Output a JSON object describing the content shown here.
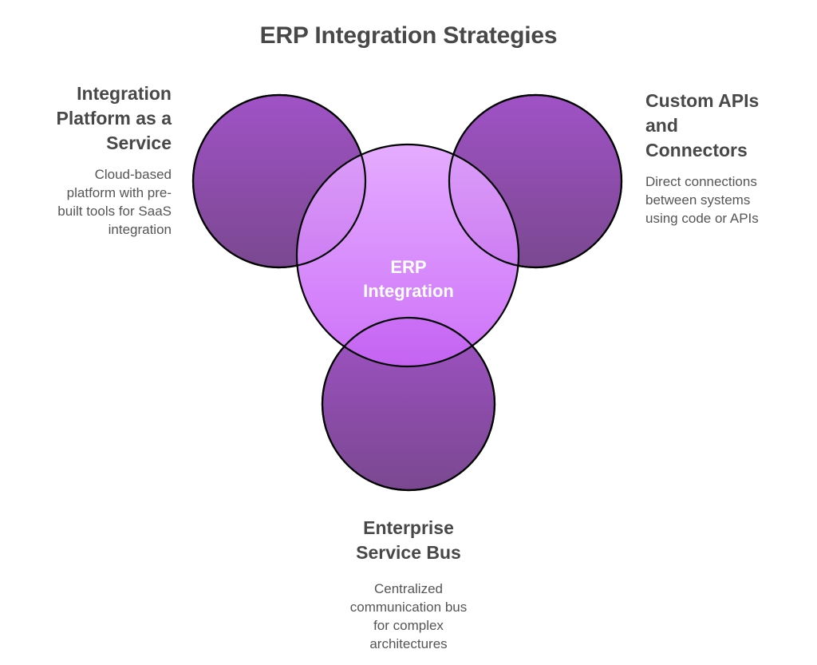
{
  "title": "ERP Integration Strategies",
  "center": {
    "label_line1": "ERP",
    "label_line2": "Integration"
  },
  "strategies": [
    {
      "id": "ipaas",
      "position": "top-left",
      "heading_lines": [
        "Integration",
        "Platform as a",
        "Service"
      ],
      "description_lines": [
        "Cloud-based",
        "platform with pre-",
        "built tools for SaaS",
        "integration"
      ]
    },
    {
      "id": "custom-apis",
      "position": "top-right",
      "heading_lines": [
        "Custom APIs",
        "and",
        "Connectors"
      ],
      "description_lines": [
        "Direct connections",
        "between systems",
        "using code or APIs"
      ]
    },
    {
      "id": "esb",
      "position": "bottom",
      "heading_lines": [
        "Enterprise",
        "Service Bus"
      ],
      "description_lines": [
        "Centralized",
        "communication bus",
        "for complex",
        "architectures"
      ]
    }
  ],
  "colors": {
    "outer_top": "#A052C6",
    "outer_bottom": "#7A4890",
    "center_top": "#E2A5FF",
    "center_bottom": "#C965F8",
    "stroke": "#000000",
    "heading_text": "#484848",
    "body_text": "#555555"
  }
}
